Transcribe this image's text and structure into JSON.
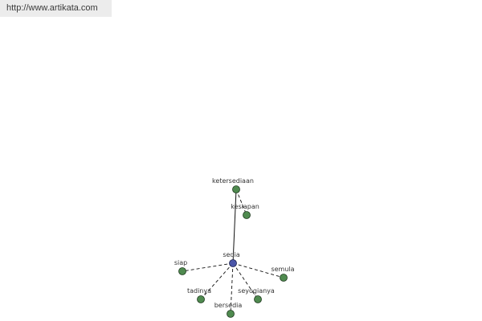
{
  "header": {
    "url": "http://www.artikata.com"
  },
  "graph": {
    "center": {
      "label": "sedia",
      "color": "#4a55a8"
    },
    "node_color": "#4f8a4f",
    "nodes": [
      {
        "id": "ketersediaan",
        "label": "ketersediaan",
        "link": "solid"
      },
      {
        "id": "kesiapan",
        "label": "kesiapan",
        "link": "dashed"
      },
      {
        "id": "siap",
        "label": "siap",
        "link": "dashed"
      },
      {
        "id": "semula",
        "label": "semula",
        "link": "dashed"
      },
      {
        "id": "tadinya",
        "label": "tadinya",
        "link": "dashed"
      },
      {
        "id": "seyogianya",
        "label": "seyogianya",
        "link": "dashed"
      },
      {
        "id": "bersedia",
        "label": "bersedia",
        "link": "dashed"
      }
    ]
  }
}
